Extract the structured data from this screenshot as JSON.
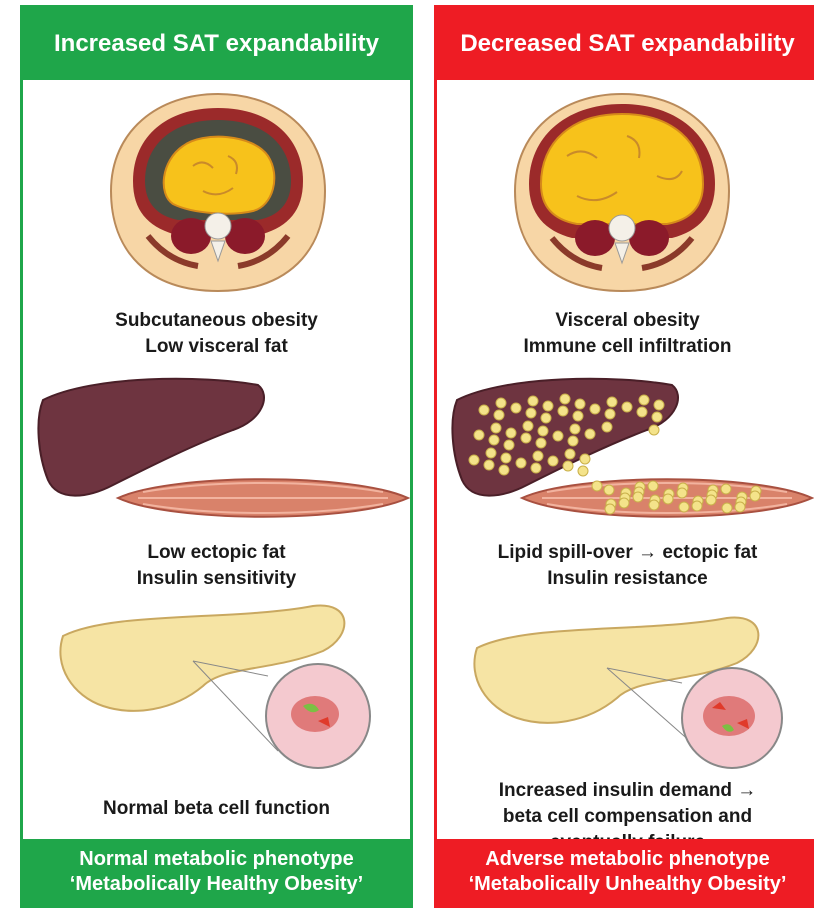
{
  "left": {
    "title": "Increased SAT expandability",
    "caption_abdomen": [
      "Subcutaneous obesity",
      "Low visceral fat"
    ],
    "caption_organs": [
      "Low ectopic fat",
      "Insulin sensitivity"
    ],
    "caption_pancreas": [
      "Normal beta cell function"
    ],
    "footer": [
      "Normal metabolic phenotype",
      "‘Metabolically Healthy Obesity’"
    ],
    "color": "#1fa64a"
  },
  "right": {
    "title": "Decreased SAT expandability",
    "caption_abdomen": [
      "Visceral obesity",
      "Immune cell infiltration"
    ],
    "caption_organs": [
      "Lipid spill-over → ectopic fat",
      "Insulin resistance"
    ],
    "caption_pancreas": [
      "Increased insulin demand →",
      "beta cell compensation and",
      "eventually failure"
    ],
    "footer": [
      "Adverse metabolic phenotype",
      "‘Metabolically Unhealthy Obesity’"
    ],
    "color": "#ee1c24"
  },
  "illustrations": [
    "abdomen-cross-section",
    "liver",
    "skeletal-muscle",
    "pancreas",
    "islet-magnified",
    "lipid-droplets"
  ],
  "colors": {
    "subcutaneous_fat": "#f7d6a6",
    "visceral_fat": "#f7c21b",
    "muscle_wall": "#9b2a2a",
    "liver": "#6e3440",
    "muscle": "#d9826a",
    "pancreas": "#f6e4a4",
    "lipid": "#f4e38a"
  }
}
